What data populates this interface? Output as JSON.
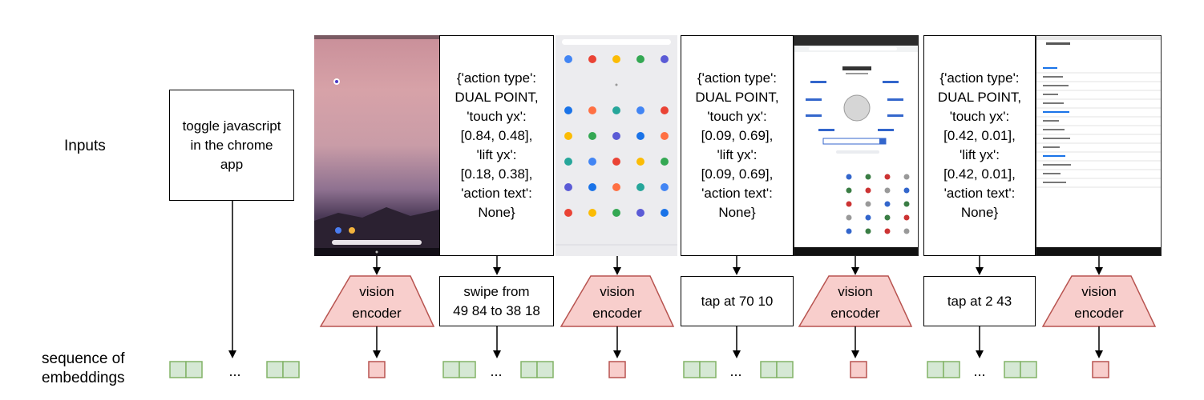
{
  "labels": {
    "inputs": "Inputs",
    "seq_line1": "sequence of",
    "seq_line2": "embeddings"
  },
  "instruction": "toggle javascript\nin the chrome\napp",
  "action_dicts": [
    "{'action type':\nDUAL POINT,\n'touch yx':\n[0.84, 0.48],\n'lift yx':\n[0.18, 0.38],\n'action text':\nNone}",
    "{'action type':\nDUAL POINT,\n'touch yx':\n[0.09, 0.69],\n'lift yx':\n[0.09, 0.69],\n'action text':\nNone}",
    "{'action type':\nDUAL POINT,\n'touch yx':\n[0.42, 0.01],\n'lift yx':\n[0.42, 0.01],\n'action text':\nNone}"
  ],
  "action_texts": [
    "swipe from\n49 84 to 38 18",
    "tap at 70 10",
    "tap at 2 43"
  ],
  "encoder": {
    "line1": "vision",
    "line2": "encoder"
  },
  "ellipsis": "...",
  "colors": {
    "encoder_fill": "#f8cecc",
    "encoder_stroke": "#b85450",
    "text_embed_fill": "#d5e8d4",
    "text_embed_stroke": "#82b366",
    "image_embed_fill": "#f8cecc",
    "image_embed_stroke": "#b85450"
  }
}
